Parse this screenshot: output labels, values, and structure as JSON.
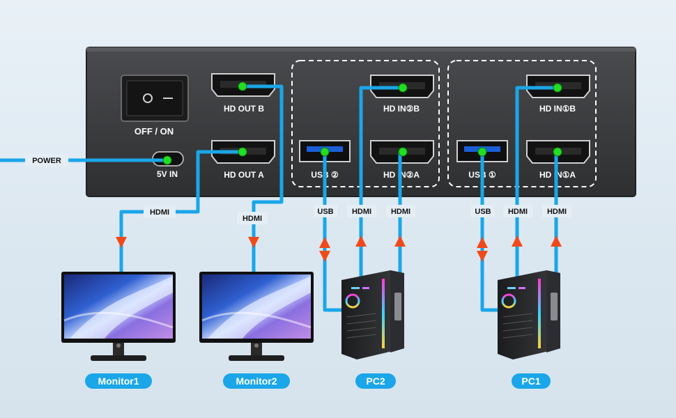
{
  "device": {
    "switch_label": "OFF / ON",
    "power_in_label": "5V IN",
    "ports": {
      "hd_out_b": "HD OUT B",
      "hd_out_a": "HD OUT A",
      "usb_2": "USB ②",
      "hd_in_2b": "HD IN②B",
      "hd_in_2a": "HD IN②A",
      "usb_1": "USB ①",
      "hd_in_1b": "HD IN①B",
      "hd_in_1a": "HD IN①A"
    }
  },
  "cables": {
    "power": "POWER",
    "hdmi_monitor1": "HDMI",
    "hdmi_monitor2": "HDMI",
    "pc2_usb": "USB",
    "pc2_hdmi_b": "HDMI",
    "pc2_hdmi_a": "HDMI",
    "pc1_usb": "USB",
    "pc1_hdmi_b": "HDMI",
    "pc1_hdmi_a": "HDMI"
  },
  "devices": {
    "monitor1": "Monitor1",
    "monitor2": "Monitor2",
    "pc2": "PC2",
    "pc1": "PC1"
  },
  "colors": {
    "cable": "#1aa6e8",
    "arrow": "#f04a1a",
    "connector_dot": "#22dd22",
    "device_body": "#3a3b3d"
  }
}
